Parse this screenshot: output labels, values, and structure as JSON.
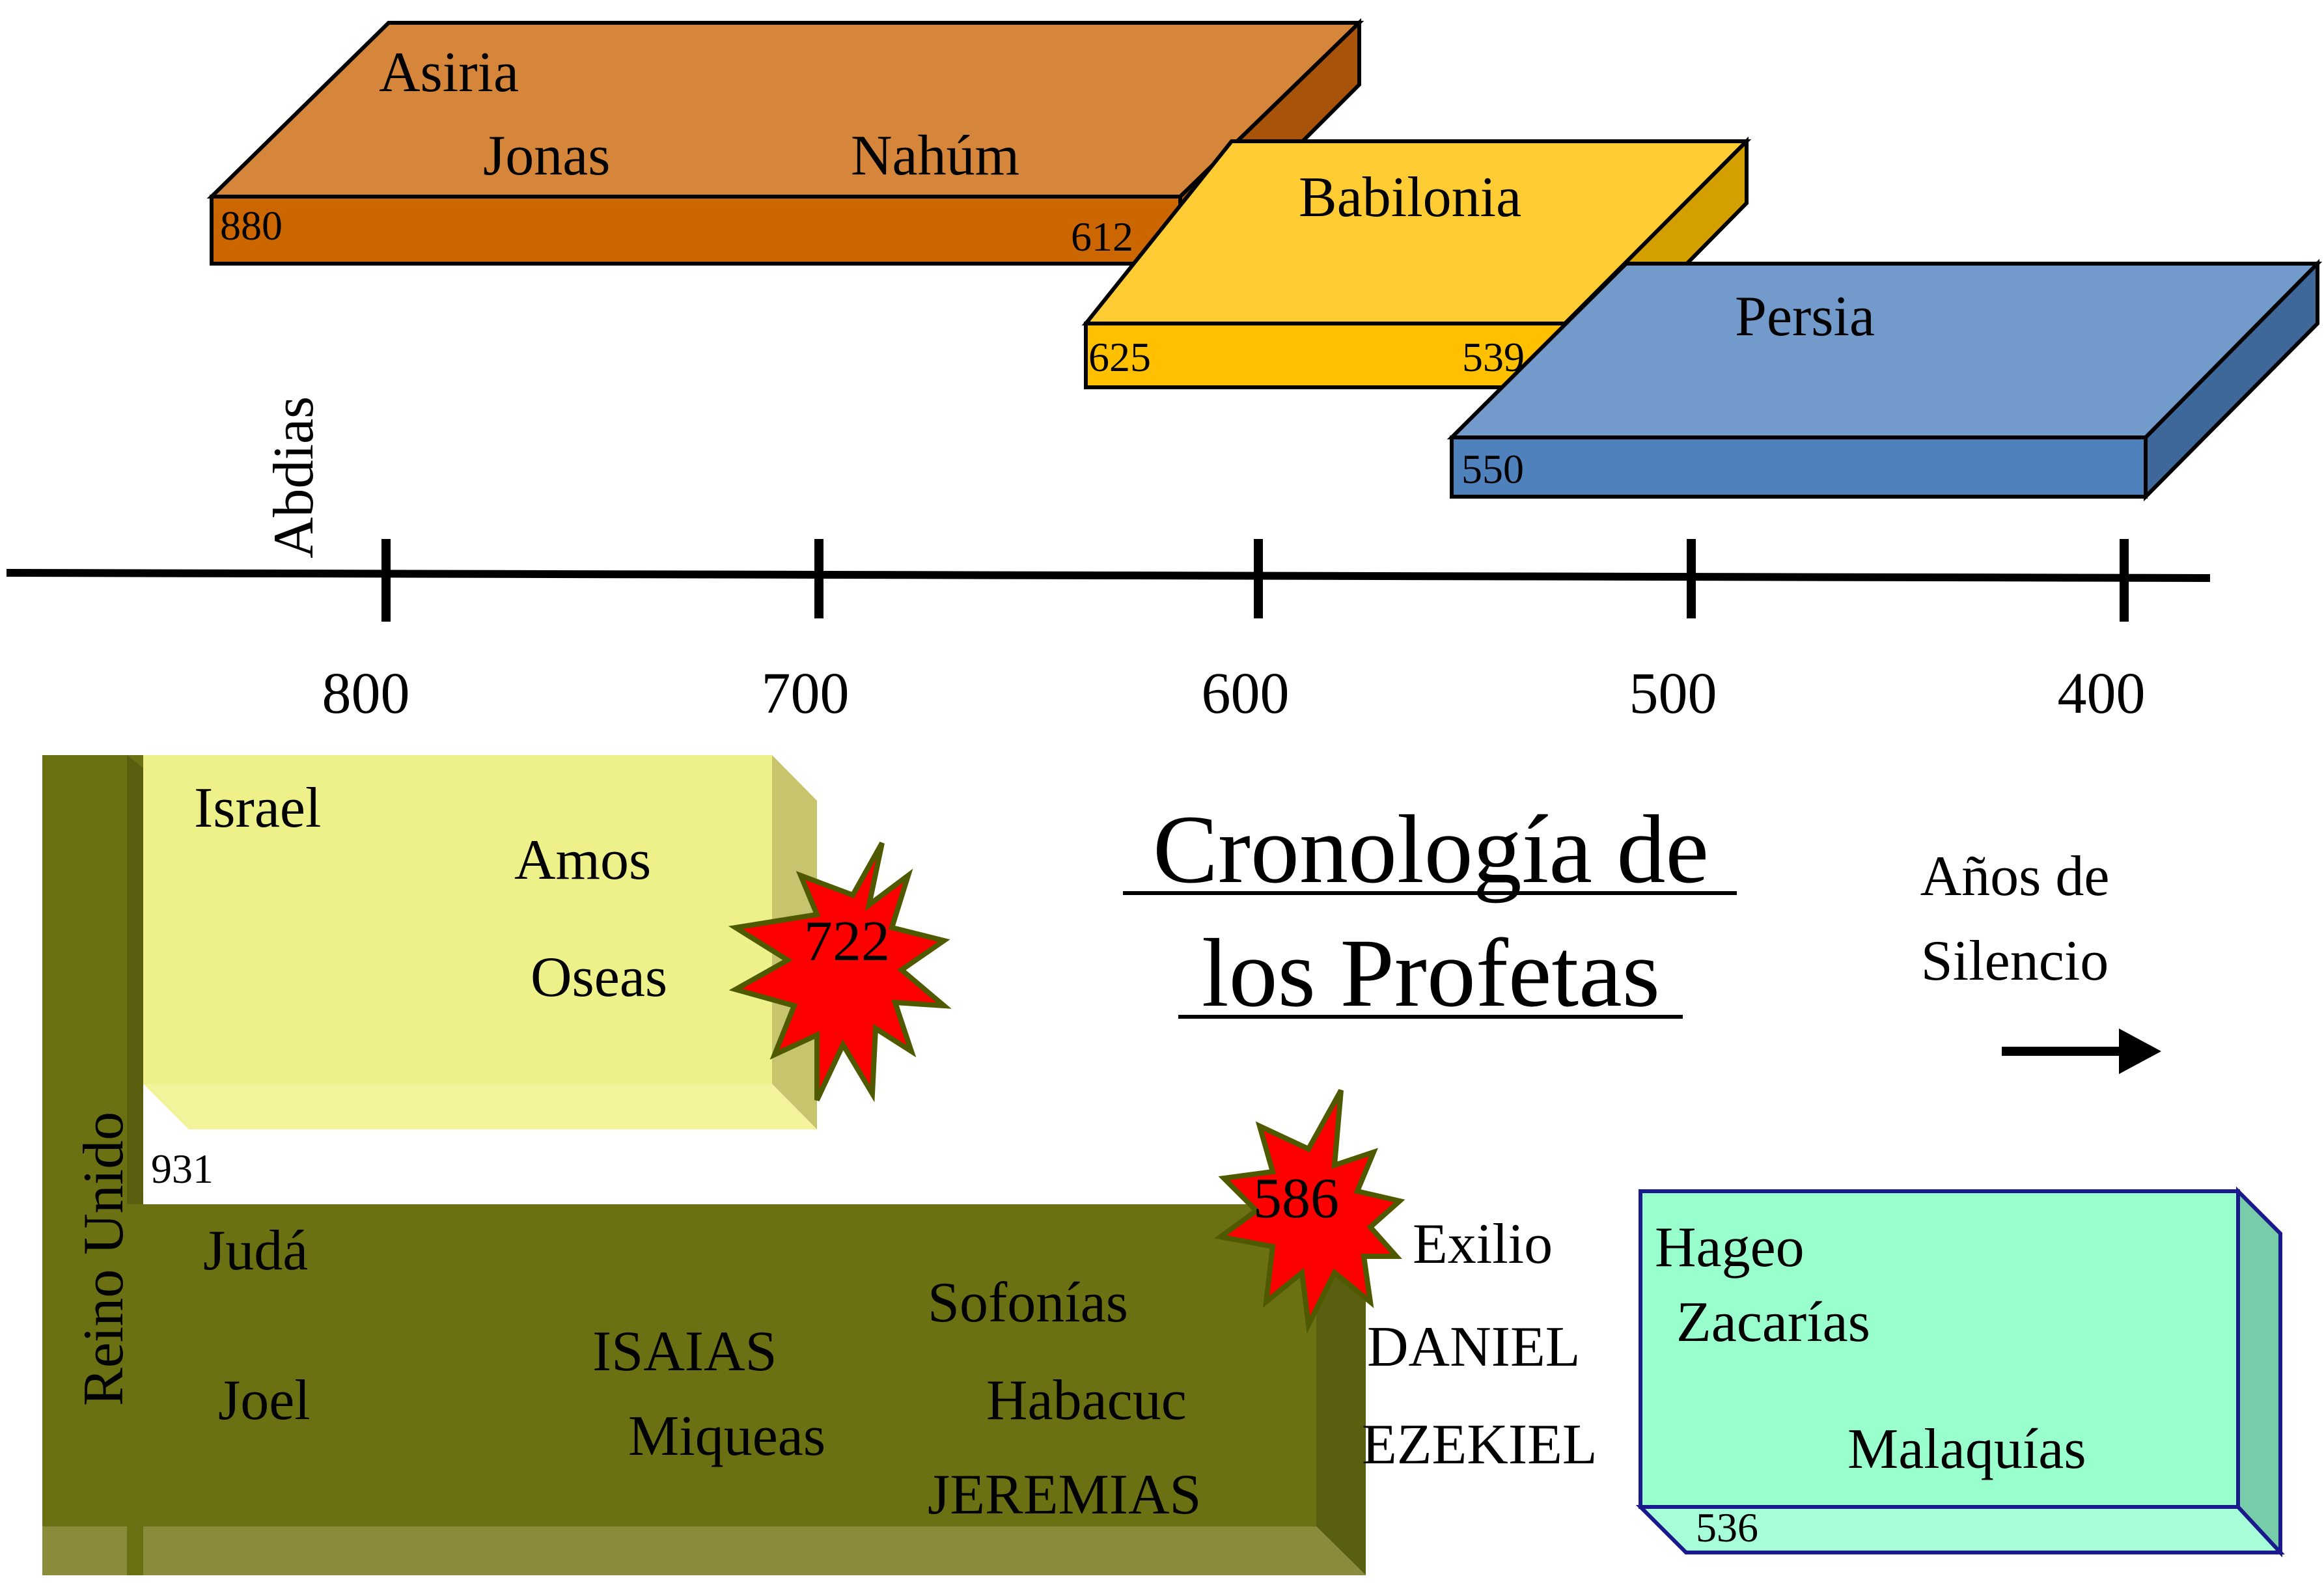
{
  "title": {
    "line1": "Cronología de",
    "line2": "los Profetas"
  },
  "timeline": {
    "ticks": [
      "800",
      "700",
      "600",
      "500",
      "400"
    ],
    "vertical_label": "Abdias"
  },
  "empires": {
    "asiria": {
      "name": "Asiria",
      "prophets": [
        "Jonas",
        "Nahúm"
      ],
      "start": "880",
      "end": "612",
      "color": "#CC6600"
    },
    "babilonia": {
      "name": "Babilonia",
      "start": "625",
      "end": "539",
      "color": "#FFC000"
    },
    "persia": {
      "name": "Persia",
      "start": "550",
      "color": "#4F81BD"
    }
  },
  "kingdoms": {
    "reino_unido": {
      "label": "Reino Unido",
      "date": "931",
      "color": "#6B7012"
    },
    "israel": {
      "name": "Israel",
      "prophets": [
        "Amos",
        "Oseas"
      ],
      "fall": "722",
      "color": "#EEF08A"
    },
    "juda": {
      "name": "Judá",
      "prophets": [
        "Joel",
        "ISAIAS",
        "Miqueas",
        "Sofonías",
        "Habacuc",
        "JEREMIAS"
      ],
      "fall": "586"
    }
  },
  "exile": {
    "label": "Exilio",
    "prophets": [
      "DANIEL",
      "EZEKIEL"
    ]
  },
  "return": {
    "prophets": [
      "Hageo",
      "Zacarías",
      "Malaquías"
    ],
    "date": "536",
    "color": "#99FFCC"
  },
  "silence": {
    "line1": "Años de",
    "line2": "Silencio"
  }
}
